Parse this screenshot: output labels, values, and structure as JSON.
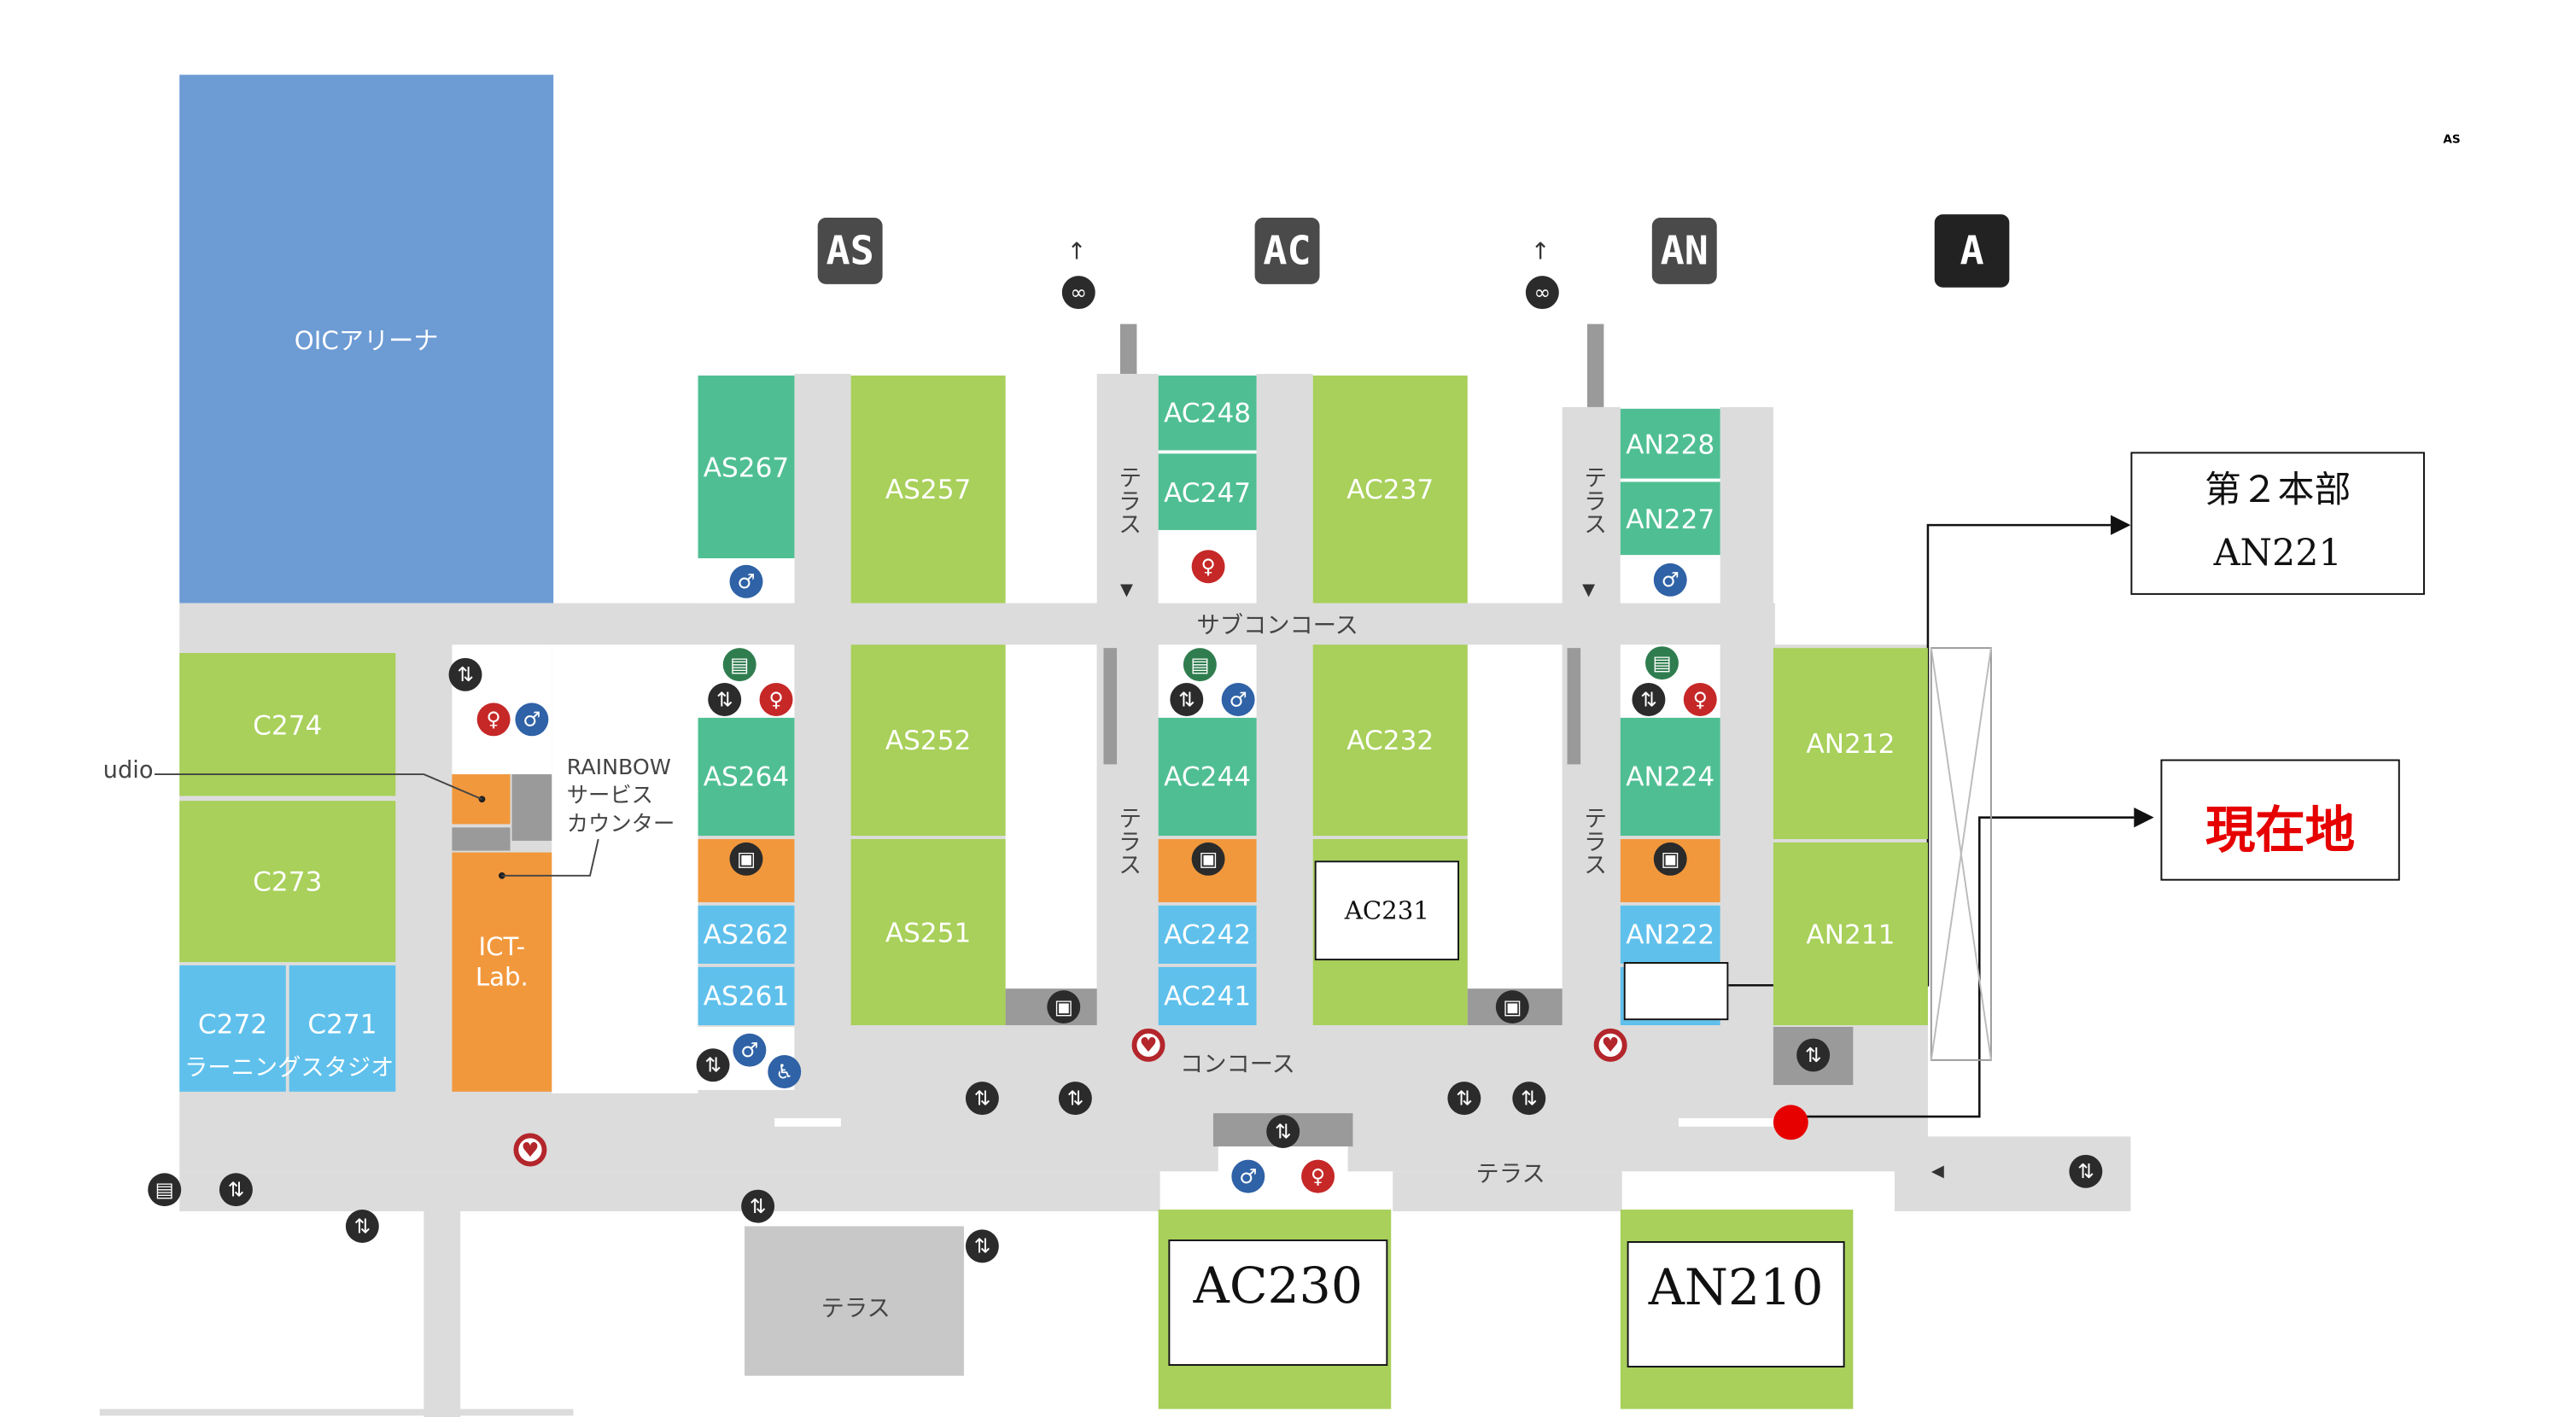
{
  "buildings": {
    "as": "AS",
    "ac": "AC",
    "an": "AN",
    "a": "A"
  },
  "corner_label": "AS",
  "arena": "OICアリーナ",
  "corridors": {
    "sub_concourse": "サブコンコース",
    "concourse": "コンコース",
    "terrace": "テラス"
  },
  "rooms": {
    "as267": "AS267",
    "as257": "AS257",
    "as264": "AS264",
    "as262": "AS262",
    "as261": "AS261",
    "as252": "AS252",
    "as251": "AS251",
    "ac248": "AC248",
    "ac247": "AC247",
    "ac237": "AC237",
    "ac244": "AC244",
    "ac242": "AC242",
    "ac241": "AC241",
    "ac232": "AC232",
    "an228": "AN228",
    "an227": "AN227",
    "an224": "AN224",
    "an222": "AN222",
    "an212": "AN212",
    "an211": "AN211",
    "c274": "C274",
    "c273": "C273",
    "c272": "C272",
    "c271": "C271",
    "learning_studio": "ラーニングスタジオ",
    "ict_lab": "ICT-\nLab.",
    "ict_lab_line1": "ICT-",
    "ict_lab_line2": "Lab."
  },
  "studio_label": "udio",
  "rainbow": {
    "line1": "RAINBOW",
    "line2": "サービス",
    "line3": "カウンター"
  },
  "annotations": {
    "ac231": "AC231",
    "ac230": "AC230",
    "an210": "AN210",
    "hq_line1": "第２本部",
    "hq_line2": "AN221",
    "current_location": "現在地"
  },
  "colors": {
    "current_location": "#e60000",
    "green_room": "#a8d05a",
    "teal_room": "#4fbf93",
    "blue_room": "#5fc0ec",
    "orange_room": "#f2983c",
    "arena": "#6d9bd4"
  },
  "icons": {
    "escalator": "⇅",
    "elevator": "▤",
    "male": "♂",
    "female": "♀",
    "wheelchair": "♿",
    "aed": "♥",
    "bicycle": "∞",
    "atm": "▣",
    "arrow_up": "↑",
    "arrow_down": "▼",
    "arrow_left": "◀"
  }
}
